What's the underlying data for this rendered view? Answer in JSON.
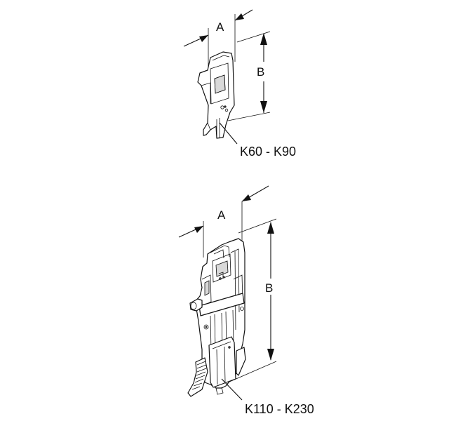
{
  "top_figure": {
    "dimension_a": "A",
    "dimension_b": "B",
    "model_range": "K60 - K90"
  },
  "bottom_figure": {
    "dimension_a": "A",
    "dimension_b": "B",
    "model_range": "K110 - K230"
  },
  "colors": {
    "line": "#111111",
    "background": "#ffffff",
    "shade": "#d9d9d9"
  }
}
